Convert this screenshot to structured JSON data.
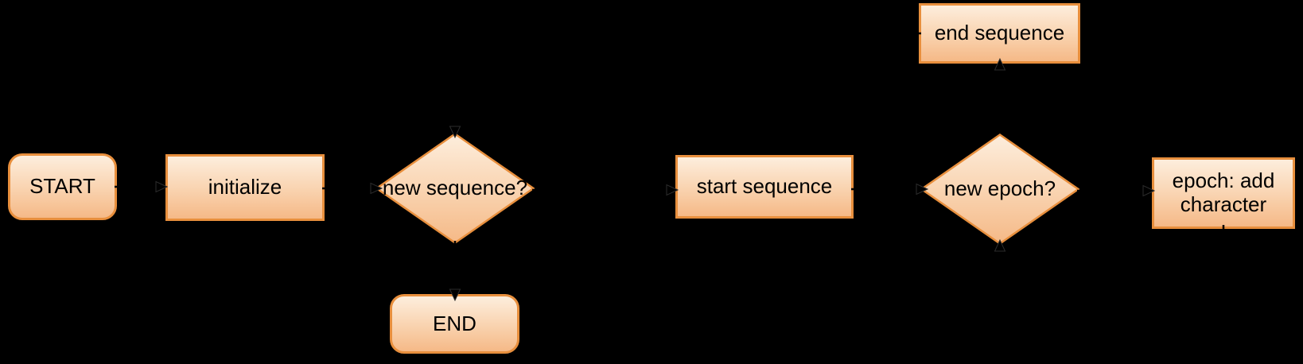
{
  "diagram": {
    "background_color": "#000000",
    "node_style": {
      "fill_top": "#fdeedd",
      "fill_bottom": "#f5b987",
      "border_color": "#e88f3d",
      "text_color": "#000000",
      "connector_color": "#000000"
    },
    "nodes": {
      "start": {
        "label": "START",
        "type": "terminator"
      },
      "initialize": {
        "label": "initialize",
        "type": "process"
      },
      "new_sequence": {
        "label": "new sequence?",
        "type": "decision"
      },
      "end": {
        "label": "END",
        "type": "terminator"
      },
      "start_sequence": {
        "label": "start sequence",
        "type": "process"
      },
      "new_epoch": {
        "label": "new epoch?",
        "type": "decision"
      },
      "end_sequence": {
        "label": "end sequence",
        "type": "process"
      },
      "epoch_add_character": {
        "label": "epoch: add character",
        "type": "process"
      }
    },
    "edges": [
      {
        "from": "start",
        "to": "initialize"
      },
      {
        "from": "initialize",
        "to": "new_sequence"
      },
      {
        "from": "new_sequence",
        "to": "start_sequence"
      },
      {
        "from": "new_sequence",
        "to": "end"
      },
      {
        "from": "start_sequence",
        "to": "new_epoch"
      },
      {
        "from": "new_epoch",
        "to": "epoch_add_character"
      },
      {
        "from": "new_epoch",
        "to": "end_sequence"
      },
      {
        "from": "epoch_add_character",
        "to": "new_epoch"
      },
      {
        "from": "end_sequence",
        "to": "new_sequence"
      }
    ]
  }
}
